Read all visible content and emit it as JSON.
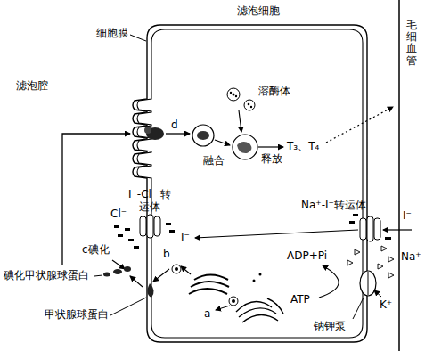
{
  "diagram": {
    "nodes": [
      {
        "text": [
          "滤泡细胞"
        ]
      }
    ],
    "labels": [
      "细胞膜",
      "滤泡腔",
      "溶酶体",
      "d",
      "融合",
      "T₃、T₄",
      "释放",
      "毛细血管",
      "I⁻-Cl⁻ 转运体",
      "Na⁺-I⁻转运体",
      "Cl⁻",
      "I⁻",
      "I⁻",
      "Na⁺",
      "ADP+Pi",
      "c碘化",
      "b",
      "ATP",
      "K⁺",
      "钠钾泵",
      "a",
      "碘化甲状腺球蛋白",
      "甲状腺球蛋白"
    ]
  }
}
